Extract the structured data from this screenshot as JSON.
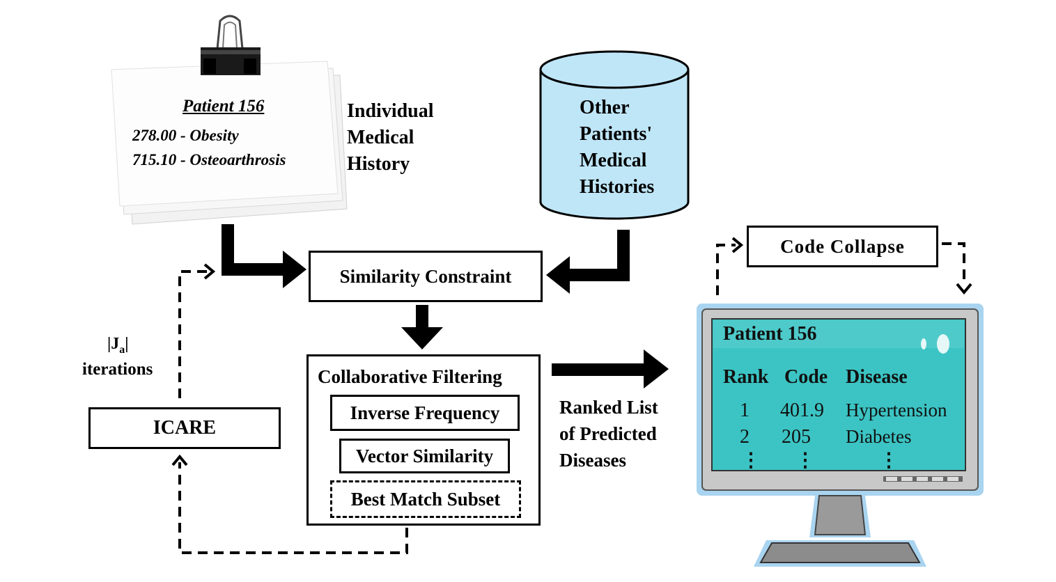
{
  "patient_note": {
    "title": "Patient 156",
    "entries": [
      "278.00 - Obesity",
      "715.10 - Osteoarthrosis"
    ]
  },
  "individual_history_label": [
    "Individual",
    "Medical",
    "History"
  ],
  "database_label": [
    "Other",
    "Patients'",
    "Medical",
    "Histories"
  ],
  "similarity_constraint": "Similarity Constraint",
  "collaborative_filtering": {
    "title": "Collaborative Filtering",
    "methods": [
      "Inverse Frequency",
      "Vector Similarity",
      "Best Match Subset"
    ]
  },
  "icare": "ICARE",
  "iterations_label": {
    "line1": "|J",
    "subscript": "a",
    "line1_end": "|",
    "line2": "iterations"
  },
  "ranked_list_label": [
    "Ranked List",
    "of Predicted",
    "Diseases"
  ],
  "code_collapse": "Code Collapse",
  "monitor": {
    "title": "Patient 156",
    "headers": [
      "Rank",
      "Code",
      "Disease"
    ],
    "rows": [
      {
        "rank": "1",
        "code": "401.9",
        "disease": "Hypertension"
      },
      {
        "rank": "2",
        "code": "205",
        "disease": "Diabetes"
      }
    ],
    "ellipsis": "⋮"
  },
  "colors": {
    "database_fill": "#bfe6f7",
    "screen_fill": "#3cc4c4",
    "monitor_glow": "#a9d4f0",
    "monitor_body": "#c8c8c8"
  }
}
